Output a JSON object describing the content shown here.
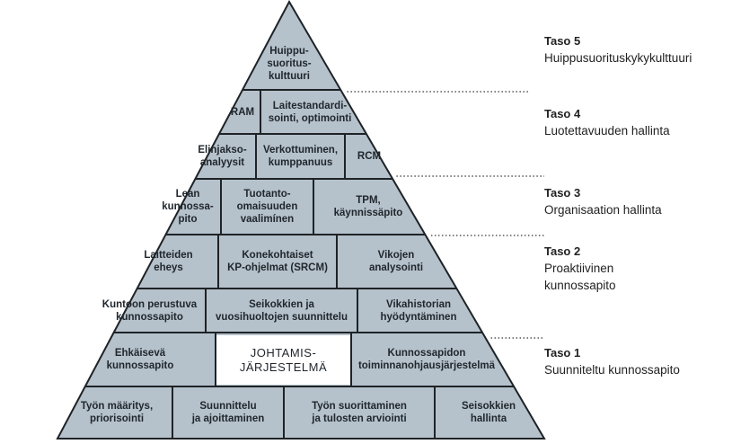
{
  "diagram": {
    "colors": {
      "fill": "#b5c1cb",
      "border": "#1e2326",
      "center_fill": "#ffffff",
      "text": "#1f262c",
      "dots": "#555555"
    },
    "cells": [
      {
        "id": "huippu",
        "text": "Huippu-\nsuoritus-\nkulttuuri"
      },
      {
        "id": "ram",
        "text": "RAM"
      },
      {
        "id": "laitestandardisointi",
        "text": "Laitestandardi-\nsointi, optimointi"
      },
      {
        "id": "elinjakso",
        "text": "Elinjakso-\nanalyysit"
      },
      {
        "id": "verkottuminen",
        "text": "Verkottuminen,\nkumppanuus"
      },
      {
        "id": "rcm",
        "text": "RCM"
      },
      {
        "id": "lean",
        "text": "Lean\nkunnossa-\npito"
      },
      {
        "id": "tuotanto",
        "text": "Tuotanto-\nomaisuuden\nvaalimínen"
      },
      {
        "id": "tpm",
        "text": "TPM,\nkäynnissäpito"
      },
      {
        "id": "laitteiden",
        "text": "Laitteiden\neheys"
      },
      {
        "id": "konekohtaiset",
        "text": "Konekohtaiset\nKP-ohjelmat (SRCM)"
      },
      {
        "id": "vikojen",
        "text": "Vikojen\nanalysointi"
      },
      {
        "id": "kuntoon",
        "text": "Kuntoon perustuva\nkunnossapito"
      },
      {
        "id": "seikokkien",
        "text": "Seikokkien ja\nvuosihuoltojen suunnittelu"
      },
      {
        "id": "vikahistorian",
        "text": "Vikahistorian\nhyödyntäminen"
      },
      {
        "id": "ehkaiseva",
        "text": "Ehkäisevä\nkunnossapito"
      },
      {
        "id": "johtamis",
        "text": "JOHTAMIS-\nJÄRJESTELMÄ"
      },
      {
        "id": "kunnossapidon",
        "text": "Kunnossapidon\ntoiminnanohjausjärjestelmä"
      },
      {
        "id": "tyon_maaritys",
        "text": "Työn määritys,\npriorisointi"
      },
      {
        "id": "suunnittelu",
        "text": "Suunnittelu\nja ajoittaminen"
      },
      {
        "id": "tyon_suorittaminen",
        "text": "Työn suorittaminen\nja tulosten arviointi"
      },
      {
        "id": "seisokkien",
        "text": "Seisokkien\nhallinta"
      }
    ],
    "levels": [
      {
        "title": "Taso 5",
        "desc": "Huippusuorituskykykulttuuri"
      },
      {
        "title": "Taso 4",
        "desc": "Luotettavuuden hallinta"
      },
      {
        "title": "Taso 3",
        "desc": "Organisaation hallinta"
      },
      {
        "title": "Taso 2",
        "desc": "Proaktiivinen\nkunnossapito"
      },
      {
        "title": "Taso 1",
        "desc": "Suunniteltu kunnossapito"
      }
    ]
  }
}
